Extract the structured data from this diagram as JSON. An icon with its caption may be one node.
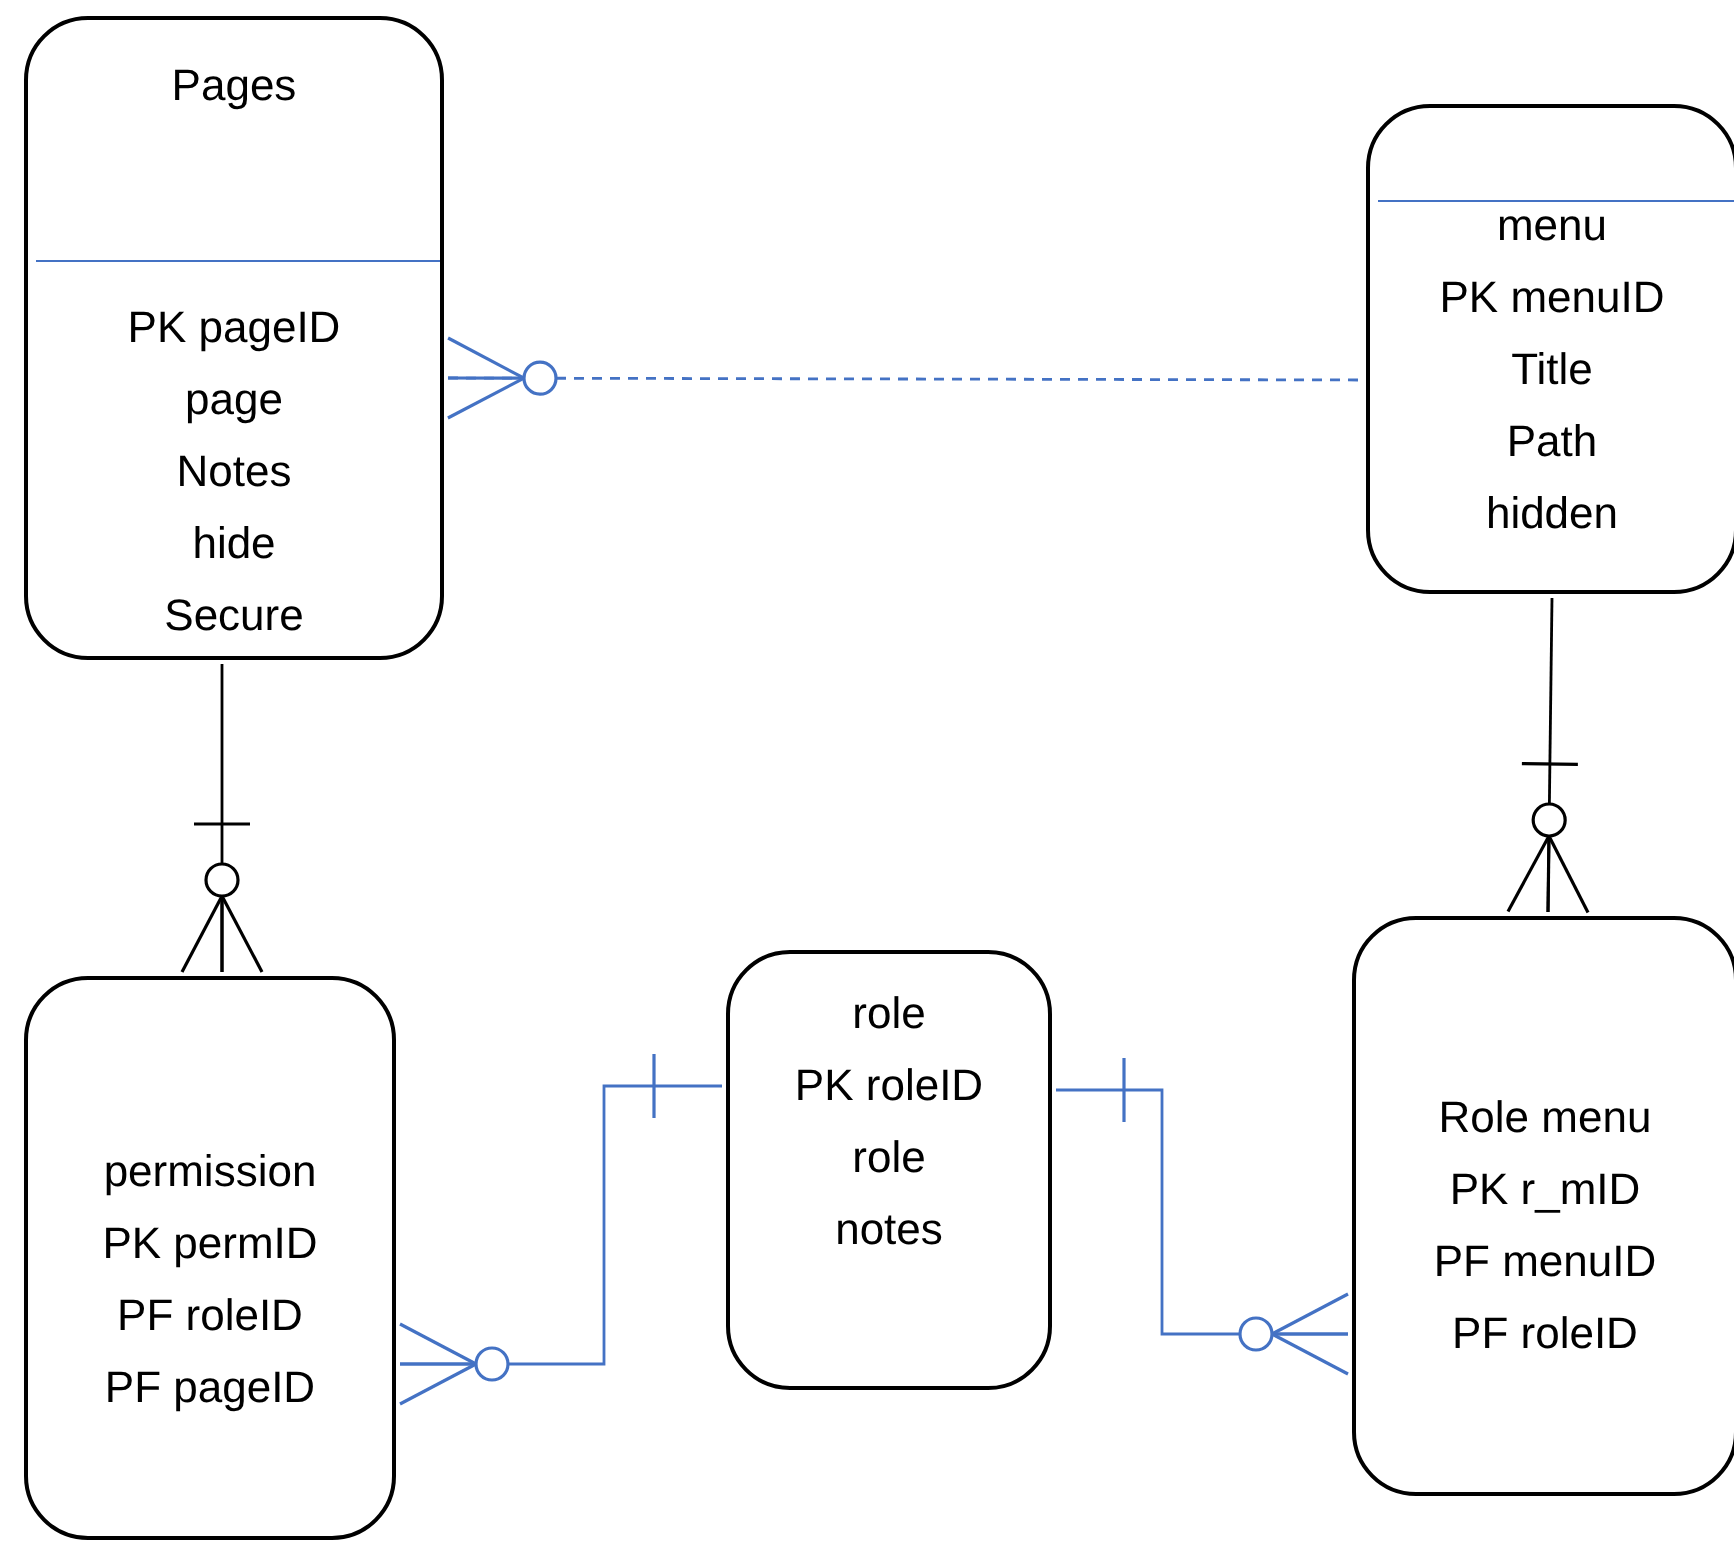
{
  "diagram": {
    "nodes": [
      {
        "text": [
          "Pages",
          "PK pageID",
          "page",
          "Notes",
          "hide",
          "Secure"
        ]
      },
      {
        "text": [
          "menu",
          "PK menuID",
          "Title",
          "Path",
          "hidden"
        ]
      },
      {
        "text": [
          "permission",
          "PK permID",
          "PF roleID",
          "PF pageID"
        ]
      },
      {
        "text": [
          "role",
          "PK roleID",
          "role",
          "notes"
        ]
      },
      {
        "text": [
          "Role menu",
          "PK r_mID",
          "PF menuID",
          "PF roleID"
        ]
      }
    ],
    "edges": [
      {
        "from": 0,
        "to": 1,
        "arrow": "other",
        "style": "dashed"
      },
      {
        "from": 0,
        "to": 2,
        "arrow": "other",
        "color": "#000000"
      },
      {
        "from": 2,
        "to": 3,
        "arrow": "other"
      },
      {
        "from": 3,
        "to": 4,
        "arrow": "other"
      },
      {
        "from": 1,
        "to": 4,
        "arrow": "other",
        "color": "#000000"
      }
    ]
  }
}
